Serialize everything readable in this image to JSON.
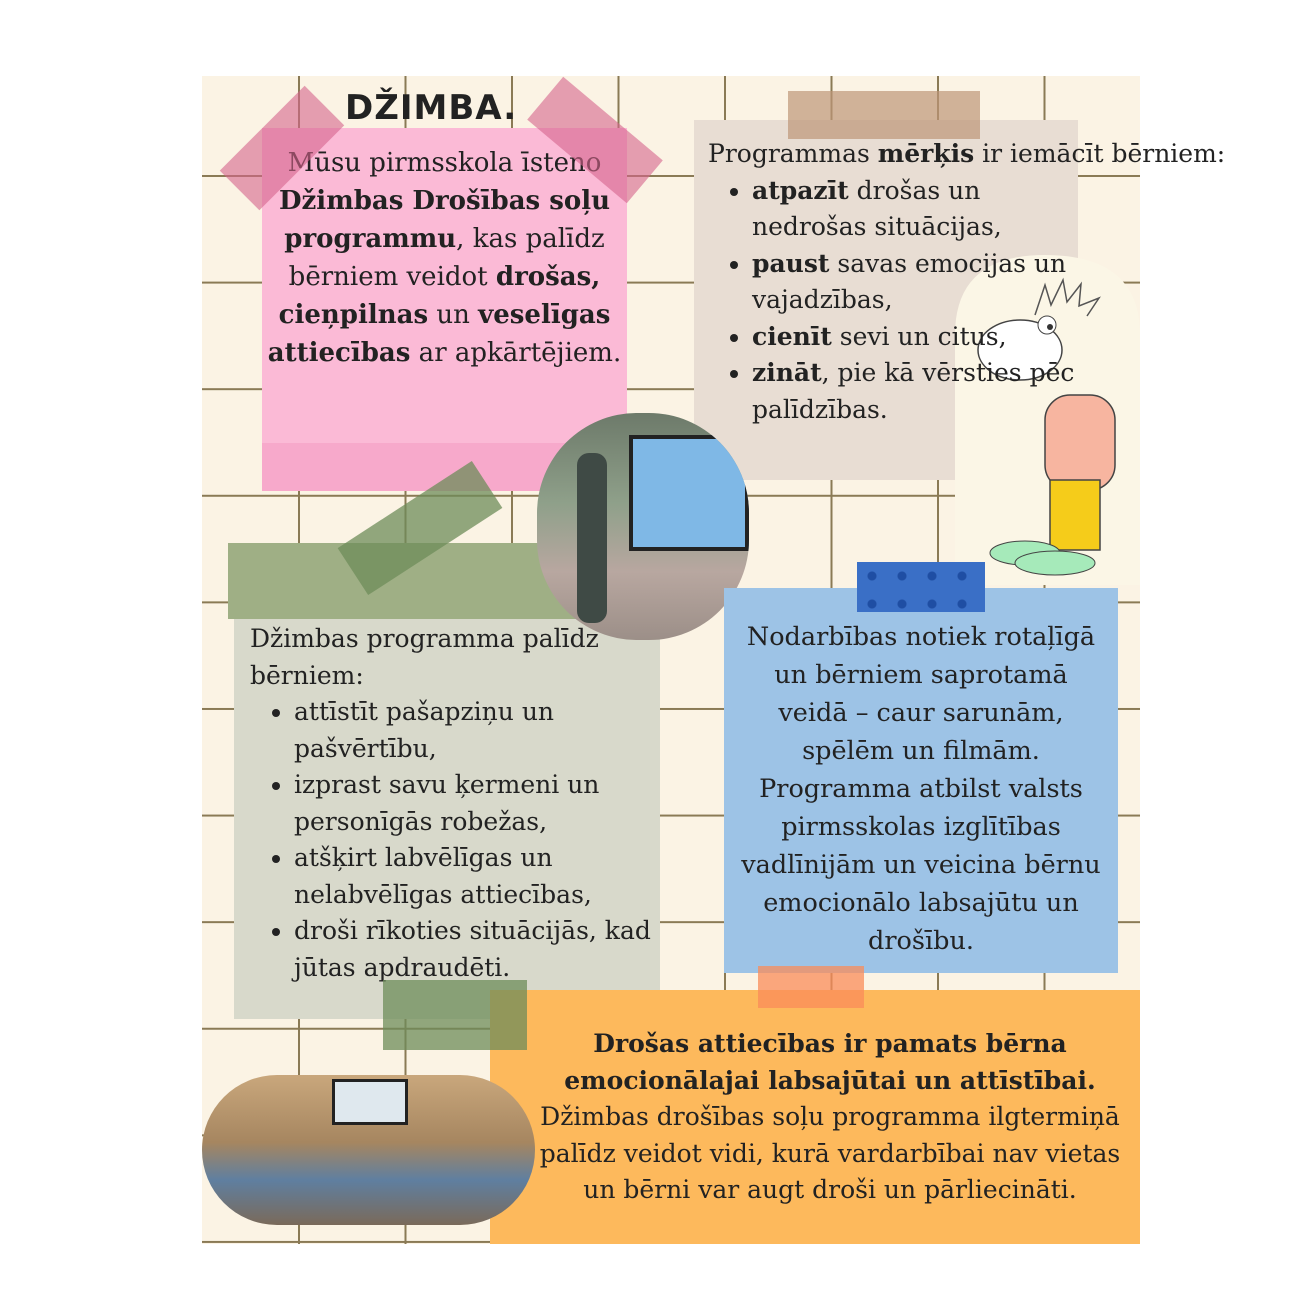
{
  "title": "DŽIMBA.",
  "intro": {
    "parts": [
      "Mūsu pirmsskola īsteno ",
      "Džimbas Drošības soļu programmu",
      ", kas palīdz bērniem veidot ",
      "drošas, cieņpilnas",
      " un ",
      "veselīgas attiecības",
      " ar apkārtējiem."
    ]
  },
  "goals": {
    "lead_a": "Programmas ",
    "lead_b": "mērķis",
    "lead_c": " ir iemācīt bērniem:",
    "items": [
      {
        "bold": "atpazīt",
        "text": " drošas un nedrošas situācijas,"
      },
      {
        "bold": "paust",
        "text": " savas emocijas un vajadzības,"
      },
      {
        "bold": "cienīt",
        "text": " sevi un citus,"
      },
      {
        "bold": "zināt",
        "text": ", pie kā vērsties pēc palīdzības."
      }
    ]
  },
  "helps": {
    "lead": "Džimbas programma palīdz bērniem:",
    "items": [
      "attīstīt pašapziņu un pašvērtību,",
      "izprast savu ķermeni un personīgās robežas,",
      "atšķirt labvēlīgas un nelabvēlīgas attiecības,",
      "droši rīkoties situācijās, kad jūtas apdraudēti."
    ]
  },
  "activities": {
    "text": "Nodarbības notiek rotaļīgā un bērniem saprotamā veidā – caur sarunām, spēlēm un filmām. Programma atbilst valsts pirmsskolas izglītības vadlīnijām un veicina bērnu emocionālo labsajūtu un drošību."
  },
  "summary": {
    "bold": "Drošas attiecības ir pamats bērna emocionālajai labsajūtai un attīstībai.",
    "text": "Džimbas drošības soļu programma ilgtermiņā palīdz veidot vidi, kurā vardarbībai nav vietas un bērni var augt droši un pārliecināti."
  },
  "colors": {
    "pink": "#fbbad6",
    "beige": "#e8ddd3",
    "sage": "#d8d9cb",
    "blue": "#9dc3e6",
    "orange": "#fdb95c",
    "background": "#fbf3e4"
  }
}
